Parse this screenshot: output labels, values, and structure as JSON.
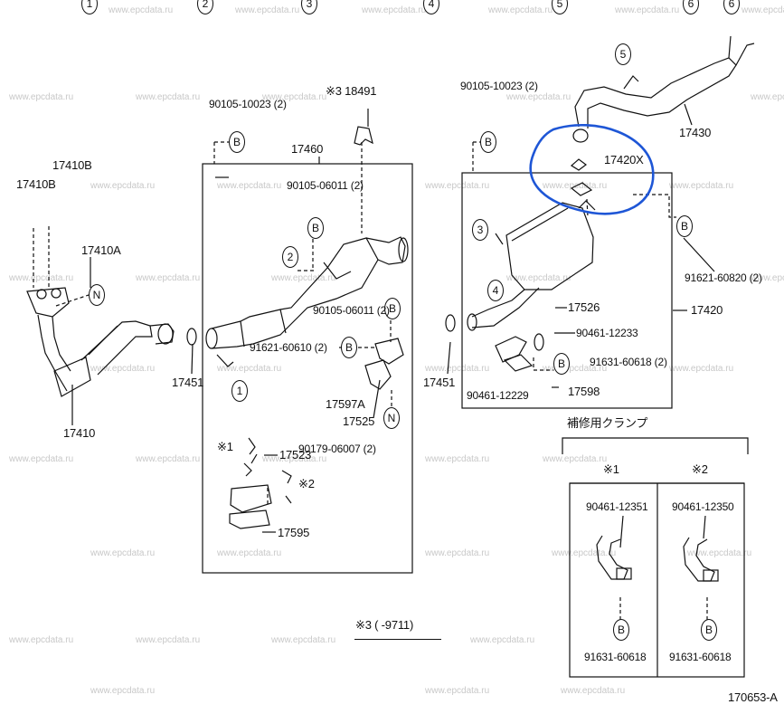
{
  "diagram": {
    "ref_code": "170653-A",
    "watermark": "www.epcdata.ru",
    "top_marks": [
      "1",
      "2",
      "3",
      "4",
      "5",
      "6",
      "6"
    ],
    "section_circles": {
      "c1": "1",
      "c2": "2",
      "c3": "3",
      "c4": "4",
      "c5": "5"
    },
    "letters": {
      "B": "B",
      "N": "N"
    },
    "parts": {
      "p17410B_a": "17410B",
      "p17410B_b": "17410B",
      "p17410A": "17410A",
      "p17410": "17410",
      "p17451_l": "17451",
      "p17451_r": "17451",
      "p17460": "17460",
      "p18491": "※3 18491",
      "p90105_10023_l": "90105-10023 (2)",
      "p90105_10023_r": "90105-10023 (2)",
      "p90105_06011_a": "90105-06011 (2)",
      "p90105_06011_b": "90105-06011 (2)",
      "p91621_60610": "91621-60610 (2)",
      "p17597A": "17597A",
      "p17525": "17525",
      "p90179_06007": "90179-06007 (2)",
      "p17523": "17523",
      "p17595": "17595",
      "mark1": "※1",
      "mark2": "※2",
      "p17430": "17430",
      "p17420X": "17420X",
      "p91621_60820": "91621-60820 (2)",
      "p17526": "17526",
      "p90461_12233": "90461-12233",
      "p17420": "17420",
      "p91631_60618_r": "91631-60618 (2)",
      "p90461_12229": "90461-12229",
      "p17598": "17598"
    },
    "footnote": "※3 (    -9711)",
    "repair_clamp": {
      "title": "補修用クランプ",
      "col1_head": "※1",
      "col2_head": "※2",
      "col1_part": "90461-12351",
      "col2_part": "90461-12350",
      "col1_bolt": "91631-60618",
      "col2_bolt": "91631-60618"
    },
    "highlight_color": "#1e56d6"
  }
}
